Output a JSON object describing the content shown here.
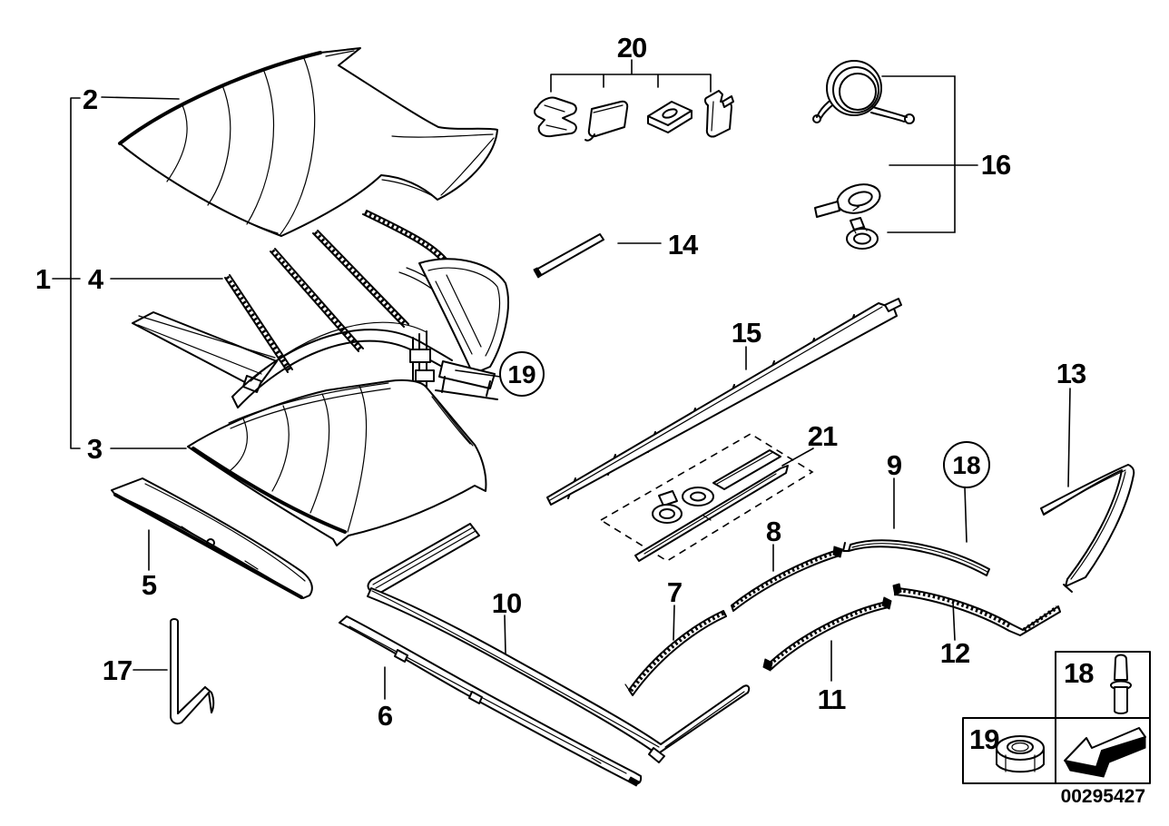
{
  "callouts": {
    "c1": "1",
    "c2": "2",
    "c3": "3",
    "c4": "4",
    "c5": "5",
    "c6": "6",
    "c7": "7",
    "c8": "8",
    "c9": "9",
    "c10": "10",
    "c11": "11",
    "c12": "12",
    "c13": "13",
    "c14": "14",
    "c15": "15",
    "c16": "16",
    "c17": "17",
    "c20": "20",
    "c21": "21"
  },
  "circled": {
    "c18": "18",
    "c19": "19"
  },
  "legend": {
    "rivet": "18",
    "nut": "19"
  },
  "footer": {
    "part_number": "00295427"
  },
  "colors": {
    "line": "#000000",
    "background": "#ffffff"
  }
}
